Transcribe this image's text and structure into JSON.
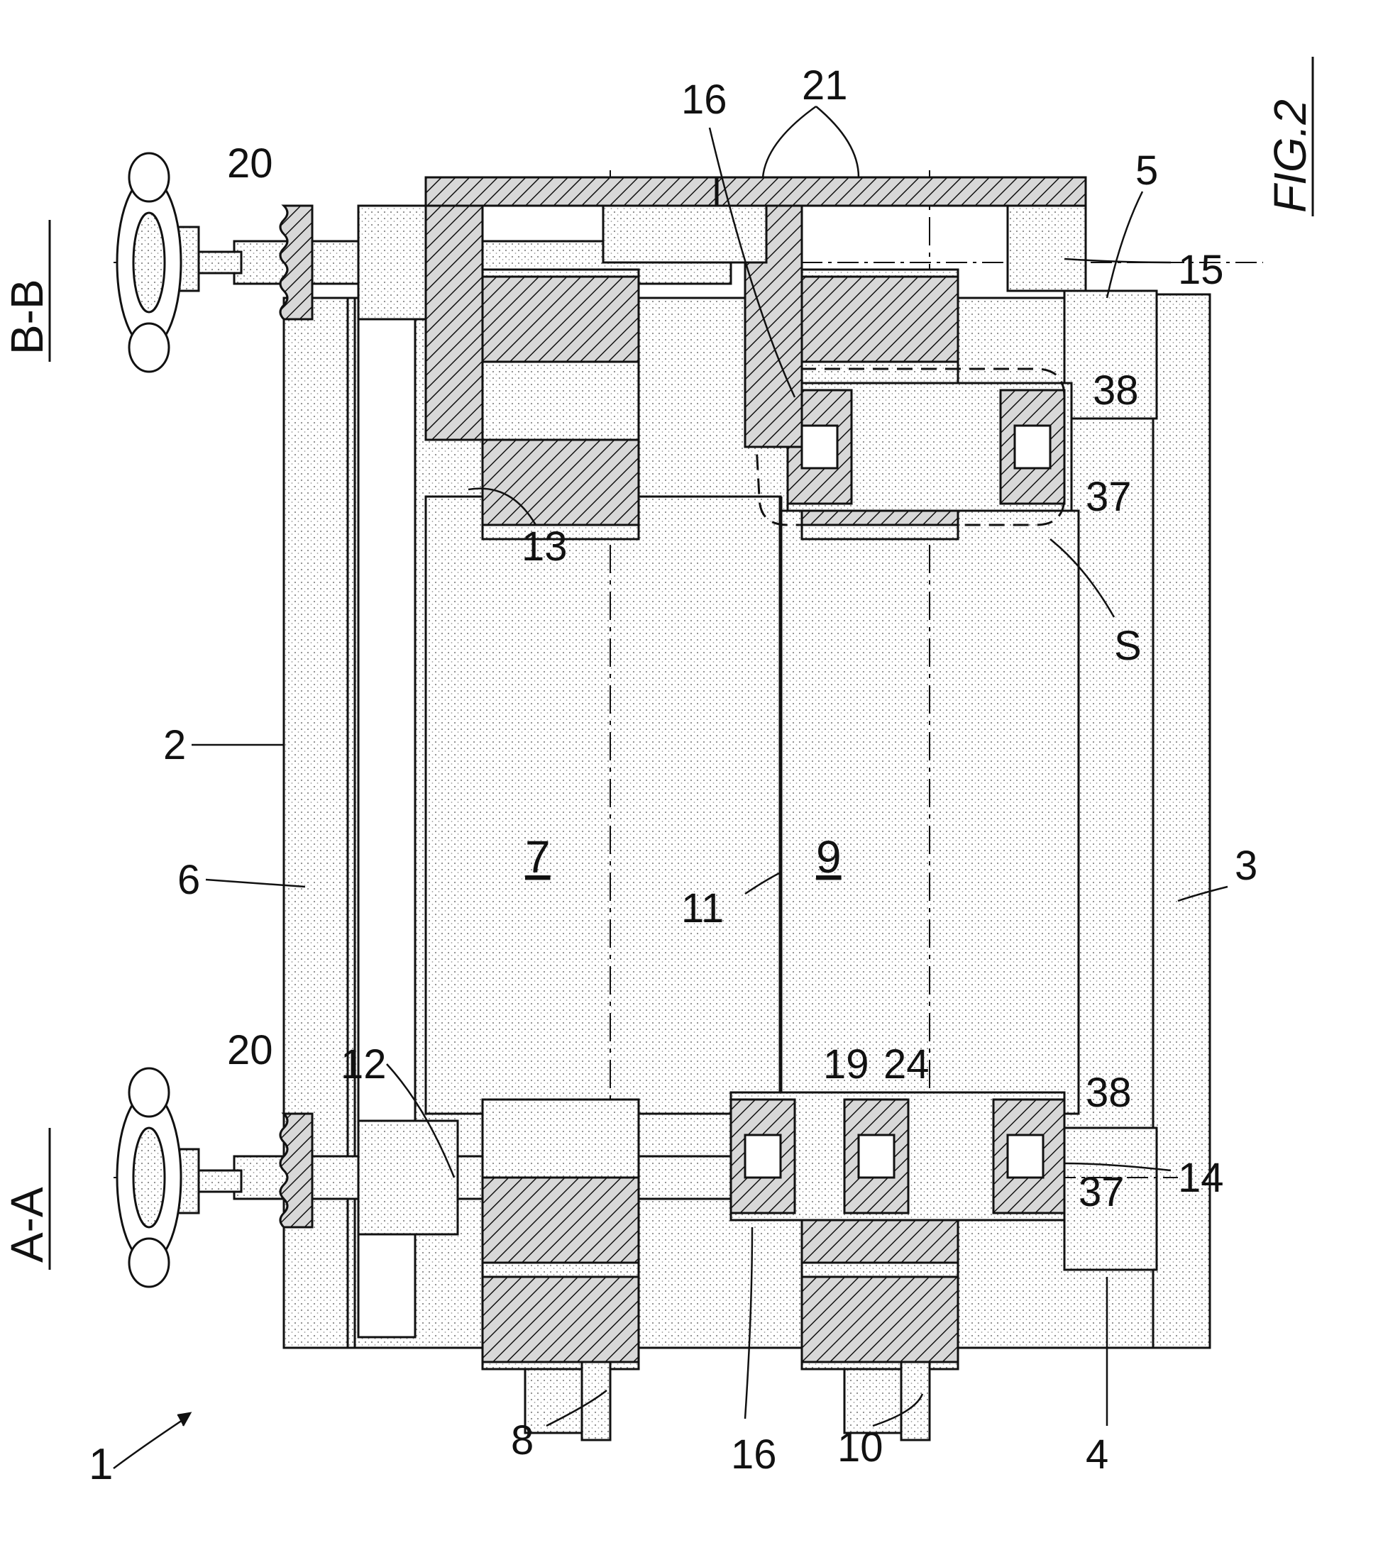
{
  "figure": {
    "label": "FIG.2",
    "sections": {
      "left": "A-A",
      "right": "B-B"
    }
  },
  "labels": {
    "assembly": "1",
    "frame": "2",
    "base_bar": "3",
    "left_post": "4",
    "right_post": "5",
    "top_bar": "6",
    "upper_roll": "7",
    "upper_shaft": "8",
    "lower_roll": "9",
    "lower_shaft": "10",
    "nip": "11",
    "left_screw": "12",
    "right_screw": "13",
    "left_ring": "14",
    "right_ring": "15",
    "eccentric_left": "16",
    "eccentric_right": "16",
    "bearing_19": "19",
    "handwheel_left": "20",
    "handwheel_right": "20",
    "gears": "21",
    "part_24": "24",
    "ring_37_left": "37",
    "ring_37_right": "37",
    "ring_38_left": "38",
    "ring_38_right": "38",
    "detail_S": "S"
  },
  "colors": {
    "line": "#111111",
    "stipple": "#9a9a9a",
    "paper": "#ffffff"
  }
}
